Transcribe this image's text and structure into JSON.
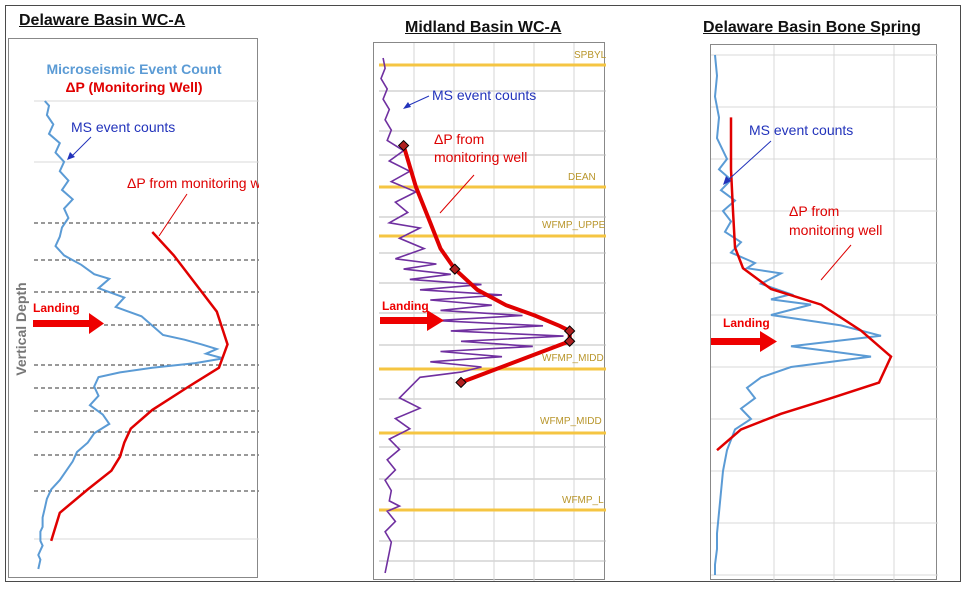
{
  "chart_data": [
    {
      "type": "line",
      "title": "Delaware Basin WC-A",
      "legend": [
        "Microseismic Event Count",
        "ΔP (Monitoring Well)"
      ],
      "ylabel": "Vertical Depth",
      "annotations": [
        "MS event counts",
        "ΔP from monitoring well",
        "Landing"
      ],
      "grid": "dashed horizontal reference lines",
      "colors": {
        "ms": "#5b9bd5",
        "dp": "#e00000",
        "arrow": "#ff0000"
      },
      "series": [
        {
          "name": "MS event counts",
          "x": [
            0.05,
            0.07,
            0.06,
            0.09,
            0.07,
            0.12,
            0.1,
            0.14,
            0.12,
            0.16,
            0.13,
            0.18,
            0.14,
            0.16,
            0.13,
            0.12,
            0.1,
            0.14,
            0.18,
            0.22,
            0.28,
            0.35,
            0.3,
            0.42,
            0.38,
            0.5,
            0.55,
            0.6,
            0.7,
            0.78,
            0.85,
            0.8,
            0.88,
            0.75,
            0.55,
            0.4,
            0.3,
            0.28,
            0.3,
            0.26,
            0.32,
            0.35,
            0.28,
            0.25,
            0.2,
            0.18,
            0.15,
            0.12,
            0.08,
            0.06,
            0.05,
            0.04,
            0.04,
            0.03,
            0.03,
            0.04,
            0.03,
            0.02,
            0.03,
            0.02
          ],
          "depth": [
            0,
            0.01,
            0.03,
            0.05,
            0.07,
            0.09,
            0.11,
            0.13,
            0.15,
            0.17,
            0.19,
            0.21,
            0.23,
            0.25,
            0.27,
            0.29,
            0.31,
            0.33,
            0.34,
            0.35,
            0.37,
            0.38,
            0.4,
            0.42,
            0.44,
            0.46,
            0.48,
            0.5,
            0.51,
            0.52,
            0.53,
            0.54,
            0.55,
            0.56,
            0.57,
            0.58,
            0.59,
            0.61,
            0.63,
            0.65,
            0.67,
            0.69,
            0.71,
            0.73,
            0.75,
            0.77,
            0.79,
            0.81,
            0.83,
            0.85,
            0.87,
            0.89,
            0.91,
            0.92,
            0.94,
            0.95,
            0.96,
            0.97,
            0.98,
            1.0
          ]
        },
        {
          "name": "ΔP from monitoring well",
          "x": [
            0.55,
            0.65,
            0.75,
            0.85,
            0.9,
            0.86,
            0.72,
            0.55,
            0.45,
            0.42,
            0.4,
            0.36,
            0.25,
            0.12,
            0.08
          ],
          "depth": [
            0.28,
            0.33,
            0.39,
            0.45,
            0.52,
            0.57,
            0.61,
            0.66,
            0.7,
            0.73,
            0.76,
            0.79,
            0.83,
            0.88,
            0.94
          ]
        }
      ]
    },
    {
      "type": "line",
      "title": "Midland Basin WC-A",
      "formation_tops": [
        "SPBYL",
        "DEAN",
        "WFMP_UPPE",
        "WFMP_MIDD",
        "WFMP_MIDD",
        "WFMP_L"
      ],
      "annotations": [
        "MS event counts",
        "ΔP from\nmonitoring  well",
        "Landing"
      ],
      "colors": {
        "ms": "#7030a0",
        "dp": "#e00000",
        "tops": "#f5c542",
        "tops_text": "#b8952a"
      },
      "series": [
        {
          "name": "MS event counts",
          "x": [
            0.02,
            0.03,
            0.01,
            0.04,
            0.02,
            0.05,
            0.03,
            0.06,
            0.04,
            0.12,
            0.05,
            0.15,
            0.06,
            0.18,
            0.08,
            0.14,
            0.05,
            0.2,
            0.1,
            0.22,
            0.08,
            0.28,
            0.12,
            0.35,
            0.15,
            0.5,
            0.2,
            0.6,
            0.25,
            0.55,
            0.3,
            0.7,
            0.28,
            0.8,
            0.35,
            0.9,
            0.4,
            0.75,
            0.3,
            0.6,
            0.25,
            0.5,
            0.4,
            0.2,
            0.15,
            0.1,
            0.2,
            0.08,
            0.15,
            0.05,
            0.1,
            0.04,
            0.08,
            0.03,
            0.06,
            0.05,
            0.1,
            0.04,
            0.08,
            0.03,
            0.06,
            0.05,
            0.04,
            0.03
          ],
          "depth": [
            0.0,
            0.02,
            0.04,
            0.06,
            0.08,
            0.1,
            0.12,
            0.14,
            0.16,
            0.18,
            0.2,
            0.22,
            0.24,
            0.26,
            0.28,
            0.3,
            0.32,
            0.33,
            0.35,
            0.37,
            0.39,
            0.4,
            0.41,
            0.42,
            0.43,
            0.44,
            0.45,
            0.46,
            0.47,
            0.48,
            0.49,
            0.5,
            0.51,
            0.52,
            0.53,
            0.54,
            0.55,
            0.56,
            0.57,
            0.58,
            0.59,
            0.6,
            0.61,
            0.62,
            0.64,
            0.66,
            0.68,
            0.7,
            0.72,
            0.74,
            0.76,
            0.78,
            0.8,
            0.82,
            0.84,
            0.86,
            0.87,
            0.88,
            0.9,
            0.92,
            0.94,
            0.96,
            0.98,
            1.0
          ]
        },
        {
          "name": "ΔP from monitoring well",
          "x": [
            0.12,
            0.18,
            0.25,
            0.3,
            0.37,
            0.48,
            0.62,
            0.76,
            0.88,
            0.93,
            0.93,
            0.4
          ],
          "depth": [
            0.17,
            0.25,
            0.32,
            0.37,
            0.41,
            0.45,
            0.48,
            0.5,
            0.52,
            0.53,
            0.55,
            0.63
          ],
          "markers_x": [
            0.12,
            0.37,
            0.93,
            0.93,
            0.4
          ],
          "markers_depth": [
            0.17,
            0.41,
            0.53,
            0.55,
            0.63
          ]
        }
      ]
    },
    {
      "type": "line",
      "title": "Delaware Basin Bone Spring",
      "annotations": [
        "MS event counts",
        "ΔP from\nmonitoring well",
        "Landing"
      ],
      "colors": {
        "ms": "#5b9bd5",
        "dp": "#e00000",
        "arrow": "#ff0000"
      },
      "series": [
        {
          "name": "MS event counts",
          "x": [
            0.02,
            0.03,
            0.02,
            0.04,
            0.03,
            0.08,
            0.04,
            0.1,
            0.05,
            0.12,
            0.06,
            0.1,
            0.07,
            0.15,
            0.1,
            0.22,
            0.18,
            0.35,
            0.25,
            0.4,
            0.3,
            0.5,
            0.3,
            0.65,
            0.85,
            0.4,
            0.6,
            0.8,
            0.4,
            0.25,
            0.18,
            0.22,
            0.15,
            0.2,
            0.12,
            0.1,
            0.08,
            0.06,
            0.05,
            0.04,
            0.03,
            0.03,
            0.02,
            0.02
          ],
          "depth": [
            0.0,
            0.04,
            0.08,
            0.12,
            0.16,
            0.2,
            0.22,
            0.24,
            0.26,
            0.28,
            0.3,
            0.32,
            0.34,
            0.36,
            0.38,
            0.4,
            0.41,
            0.42,
            0.44,
            0.46,
            0.47,
            0.48,
            0.5,
            0.52,
            0.54,
            0.56,
            0.57,
            0.58,
            0.6,
            0.62,
            0.64,
            0.66,
            0.68,
            0.7,
            0.72,
            0.74,
            0.76,
            0.8,
            0.84,
            0.88,
            0.92,
            0.95,
            0.98,
            1.0
          ]
        },
        {
          "name": "ΔP from monitoring well",
          "x": [
            0.1,
            0.1,
            0.11,
            0.12,
            0.16,
            0.3,
            0.55,
            0.75,
            0.9,
            0.84,
            0.6,
            0.35,
            0.15,
            0.03
          ],
          "depth": [
            0.12,
            0.22,
            0.3,
            0.37,
            0.41,
            0.45,
            0.48,
            0.53,
            0.58,
            0.63,
            0.66,
            0.69,
            0.72,
            0.76
          ]
        }
      ]
    }
  ]
}
